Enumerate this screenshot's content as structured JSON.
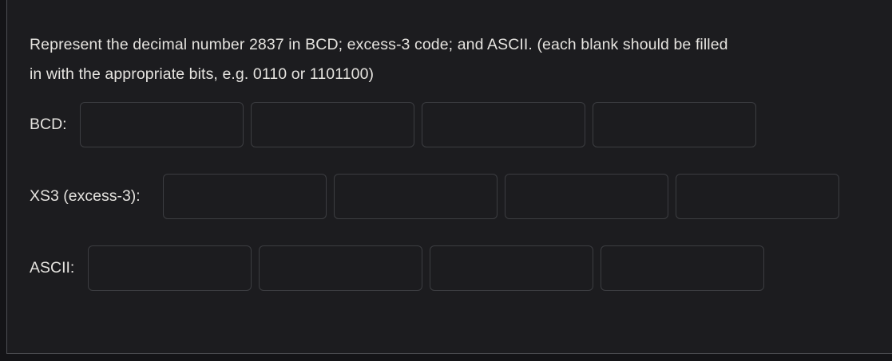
{
  "theme": {
    "page_bg": "#141417",
    "panel_bg": "#1c1c1f",
    "panel_border": "#4d4e52",
    "input_border": "#3c3d41",
    "text_color": "#e5e3df"
  },
  "question": {
    "full_text": "Represent the decimal number 2837 in BCD; excess-3 code; and ASCII. (each blank should be filled in with the appropriate bits, e.g. 0110 or 1101100)",
    "lines": [
      "Represent the decimal number 2837 in BCD; excess-3 code; and ASCII. (each blank should be filled",
      "in with the appropriate bits, e.g. 0110 or 1101100)"
    ]
  },
  "rows": [
    {
      "label": "BCD:",
      "inputs": [
        "",
        "",
        "",
        ""
      ]
    },
    {
      "label": "XS3 (excess-3):",
      "inputs": [
        "",
        "",
        "",
        ""
      ]
    },
    {
      "label": "ASCII:",
      "inputs": [
        "",
        "",
        "",
        ""
      ]
    }
  ]
}
